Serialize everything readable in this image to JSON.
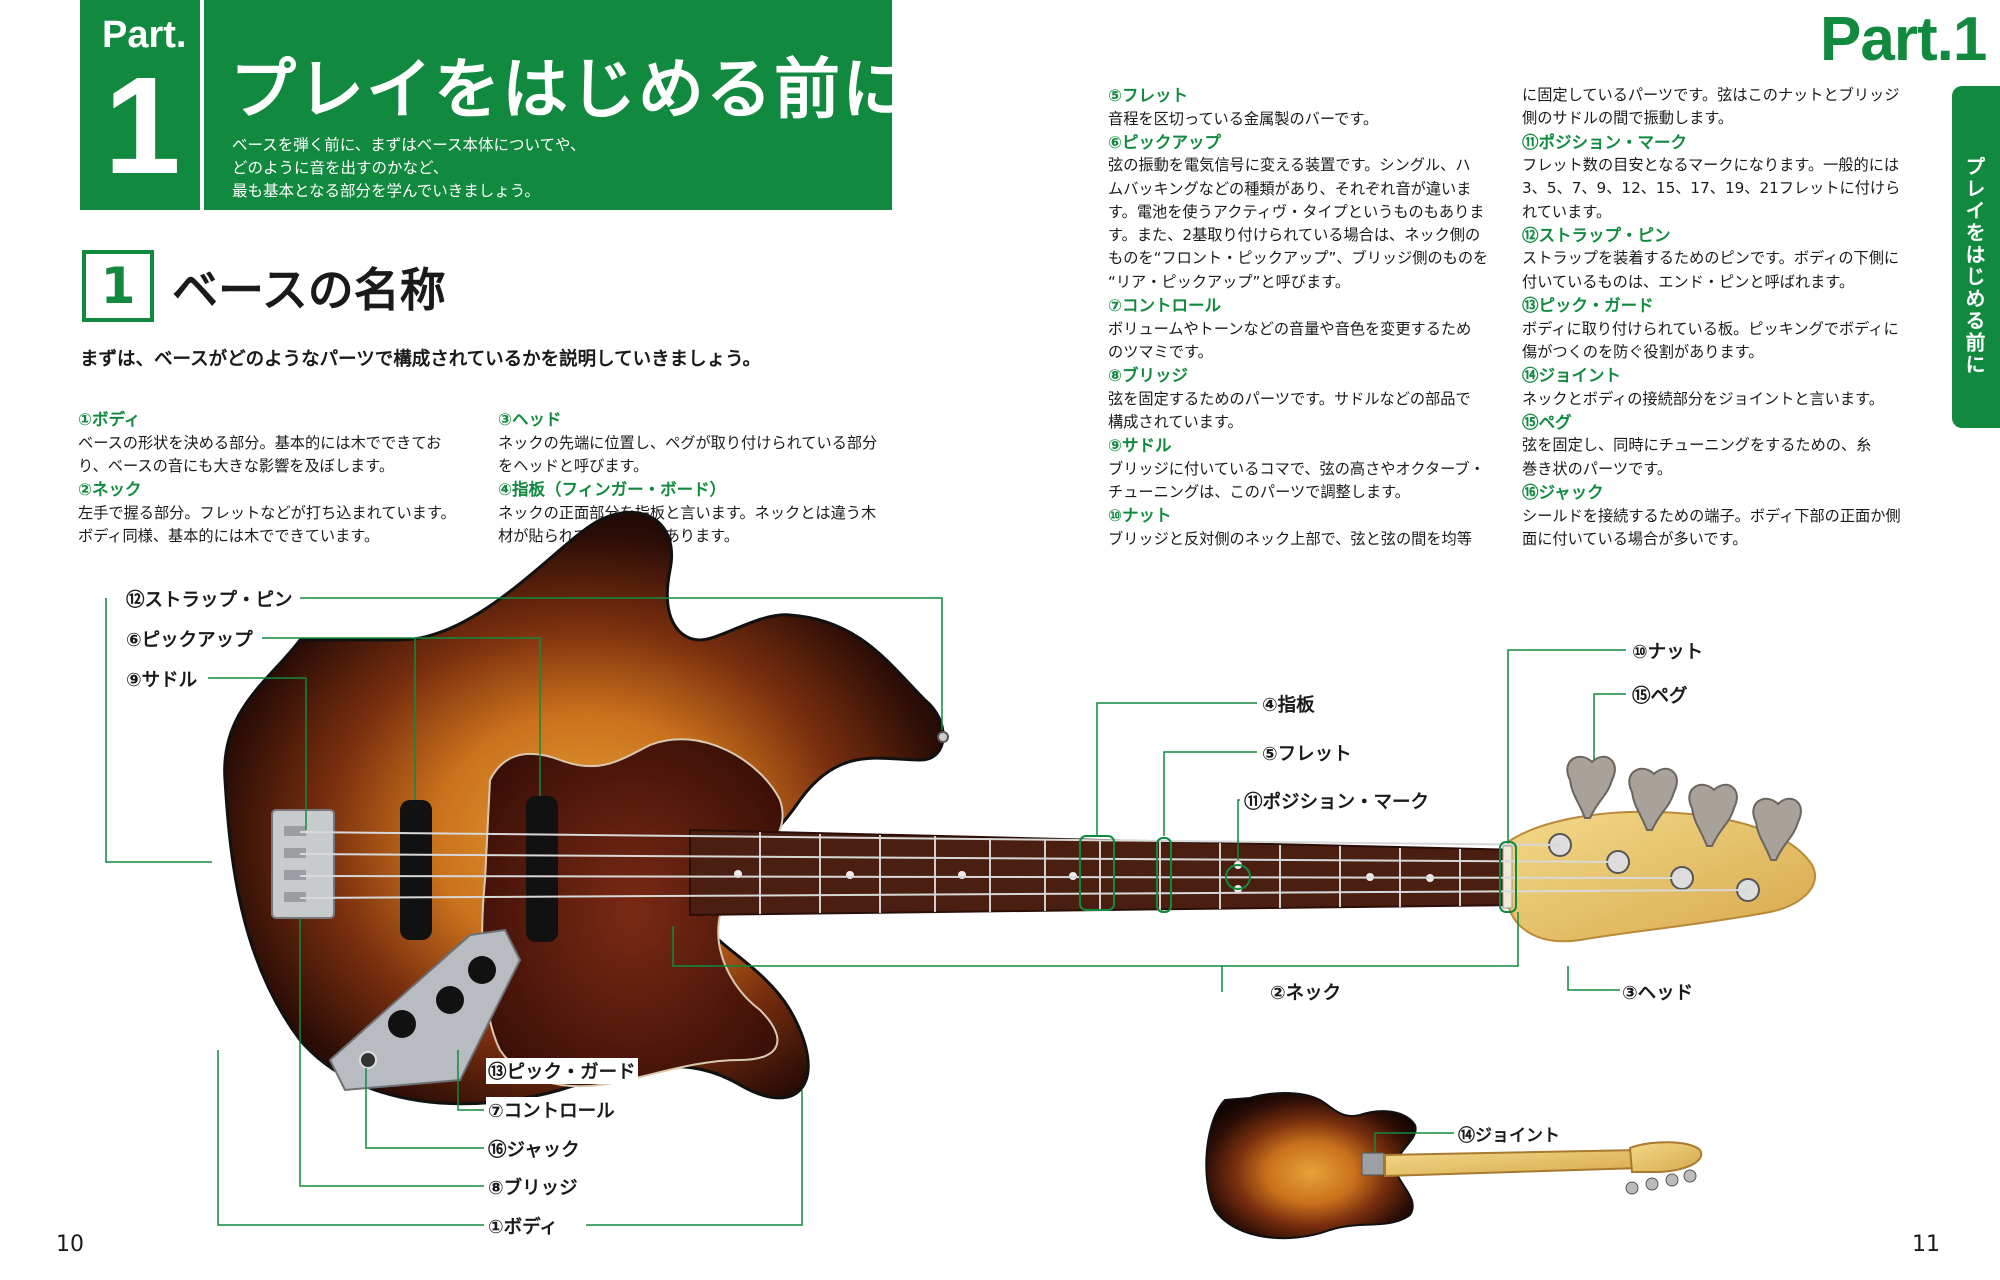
{
  "header": {
    "part_word": "Part.",
    "part_number": "1",
    "chapter_title": "プレイをはじめる前に",
    "intro_lines": [
      "ベースを弾く前に、まずはベース本体についてや、",
      "どのように音を出すのかなど、",
      "最も基本となる部分を学んでいきましょう。"
    ]
  },
  "corner_part_label": "Part.1",
  "side_tab_label": "プレイをはじめる前に",
  "section": {
    "number": "1",
    "title": "ベースの名称",
    "lead": "まずは、ベースがどのようなパーツで構成されているかを説明していきましょう。"
  },
  "columns": [
    [
      {
        "term": "①ボディ",
        "lines": [
          "ベースの形状を決める部分。基本的には木でできてお",
          "り、ベースの音にも大きな影響を及ぼします。"
        ]
      },
      {
        "term": "②ネック",
        "lines": [
          "左手で握る部分。フレットなどが打ち込まれています。",
          "ボディ同様、基本的には木でできています。"
        ]
      }
    ],
    [
      {
        "term": "③ヘッド",
        "lines": [
          "ネックの先端に位置し、ペグが取り付けられている部分",
          "をヘッドと呼びます。"
        ]
      },
      {
        "term": "④指板（フィンガー・ボード）",
        "lines": [
          "ネックの正面部分を指板と言います。ネックとは違う木",
          "材が貼られている場合もあります。"
        ]
      }
    ],
    [
      {
        "term": "⑤フレット",
        "lines": [
          "音程を区切っている金属製のバーです。"
        ]
      },
      {
        "term": "⑥ピックアップ",
        "lines": [
          "弦の振動を電気信号に変える装置です。シングル、ハ",
          "ムバッキングなどの種類があり、それぞれ音が違いま",
          "す。電池を使うアクティヴ・タイプというものもありま",
          "す。また、2基取り付けられている場合は、ネック側の",
          "ものを“フロント・ピックアップ”、ブリッジ側のものを",
          "“リア・ピックアップ”と呼びます。"
        ]
      },
      {
        "term": "⑦コントロール",
        "lines": [
          "ボリュームやトーンなどの音量や音色を変更するため",
          "のツマミです。"
        ]
      },
      {
        "term": "⑧ブリッジ",
        "lines": [
          "弦を固定するためのパーツです。サドルなどの部品で",
          "構成されています。"
        ]
      },
      {
        "term": "⑨サドル",
        "lines": [
          "ブリッジに付いているコマで、弦の高さやオクターブ・",
          "チューニングは、このパーツで調整します。"
        ]
      },
      {
        "term": "⑩ナット",
        "lines": [
          "ブリッジと反対側のネック上部で、弦と弦の間を均等"
        ]
      }
    ],
    [
      {
        "term": "",
        "lines": [
          "に固定しているパーツです。弦はこのナットとブリッジ",
          "側のサドルの間で振動します。"
        ]
      },
      {
        "term": "⑪ポジション・マーク",
        "lines": [
          "フレット数の目安となるマークになります。一般的には",
          "3、5、7、9、12、15、17、19、21フレットに付けら",
          "れています。"
        ]
      },
      {
        "term": "⑫ストラップ・ピン",
        "lines": [
          "ストラップを装着するためのピンです。ボディの下側に",
          "付いているものは、エンド・ピンと呼ばれます。"
        ]
      },
      {
        "term": "⑬ピック・ガード",
        "lines": [
          "ボディに取り付けられている板。ピッキングでボディに",
          "傷がつくのを防ぐ役割があります。"
        ]
      },
      {
        "term": "⑭ジョイント",
        "lines": [
          "ネックとボディの接続部分をジョイントと言います。"
        ]
      },
      {
        "term": "⑮ペグ",
        "lines": [
          "弦を固定し、同時にチューニングをするための、糸",
          "巻き状のパーツです。"
        ]
      },
      {
        "term": "⑯ジャック",
        "lines": [
          "シールドを接続するための端子。ボディ下部の正面か側",
          "面に付いている場合が多いです。"
        ]
      }
    ]
  ],
  "callouts": {
    "strap_pin": "⑫ストラップ・ピン",
    "pickup": "⑥ピックアップ",
    "saddle": "⑨サドル",
    "nut": "⑩ナット",
    "peg": "⑮ペグ",
    "fingerboard": "④指板",
    "fret": "⑤フレット",
    "position_mark": "⑪ポジション・マーク",
    "neck": "②ネック",
    "head": "③ヘッド",
    "pickguard": "⑬ピック・ガード",
    "control": "⑦コントロール",
    "jack": "⑯ジャック",
    "bridge": "⑧ブリッジ",
    "body": "①ボディ",
    "joint": "⑭ジョイント"
  },
  "page_left": "10",
  "page_right": "11",
  "colors": {
    "accent": "#118a3f"
  }
}
